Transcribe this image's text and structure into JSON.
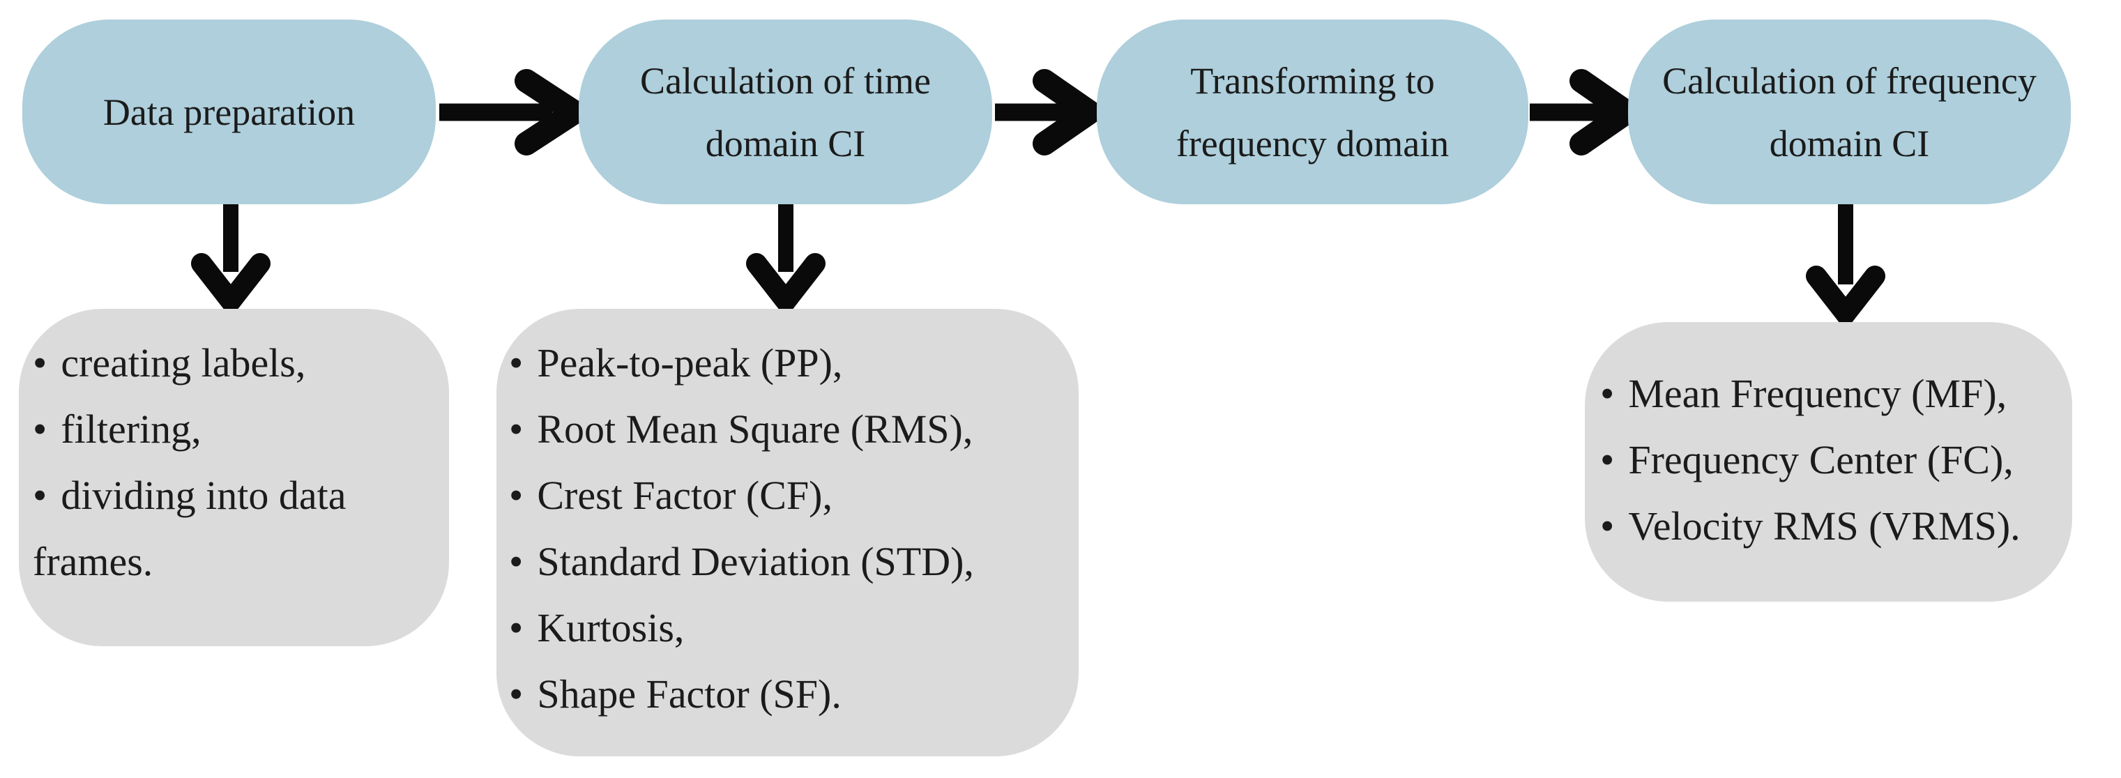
{
  "diagram": {
    "bullet_char": "•",
    "colors": {
      "step_fill": "#aecfdb",
      "detail_fill": "#dbdbdb",
      "arrow": "#0a0a0a",
      "text": "#1b1b1b",
      "background": "#ffffff"
    },
    "steps": [
      {
        "label": "Data preparation",
        "details": [
          "creating labels,",
          "filtering,",
          "dividing into data frames."
        ]
      },
      {
        "label": "Calculation of time domain CI",
        "details": [
          "Peak-to-peak (PP),",
          "Root Mean Square (RMS),",
          "Crest Factor (CF),",
          "Standard Deviation (STD),",
          "Kurtosis,",
          "Shape Factor (SF)."
        ]
      },
      {
        "label": "Transforming to frequency domain",
        "details": []
      },
      {
        "label": "Calculation of frequency domain CI",
        "details": [
          "Mean Frequency (MF),",
          "Frequency Center (FC),",
          "Velocity RMS (VRMS)."
        ]
      }
    ]
  }
}
